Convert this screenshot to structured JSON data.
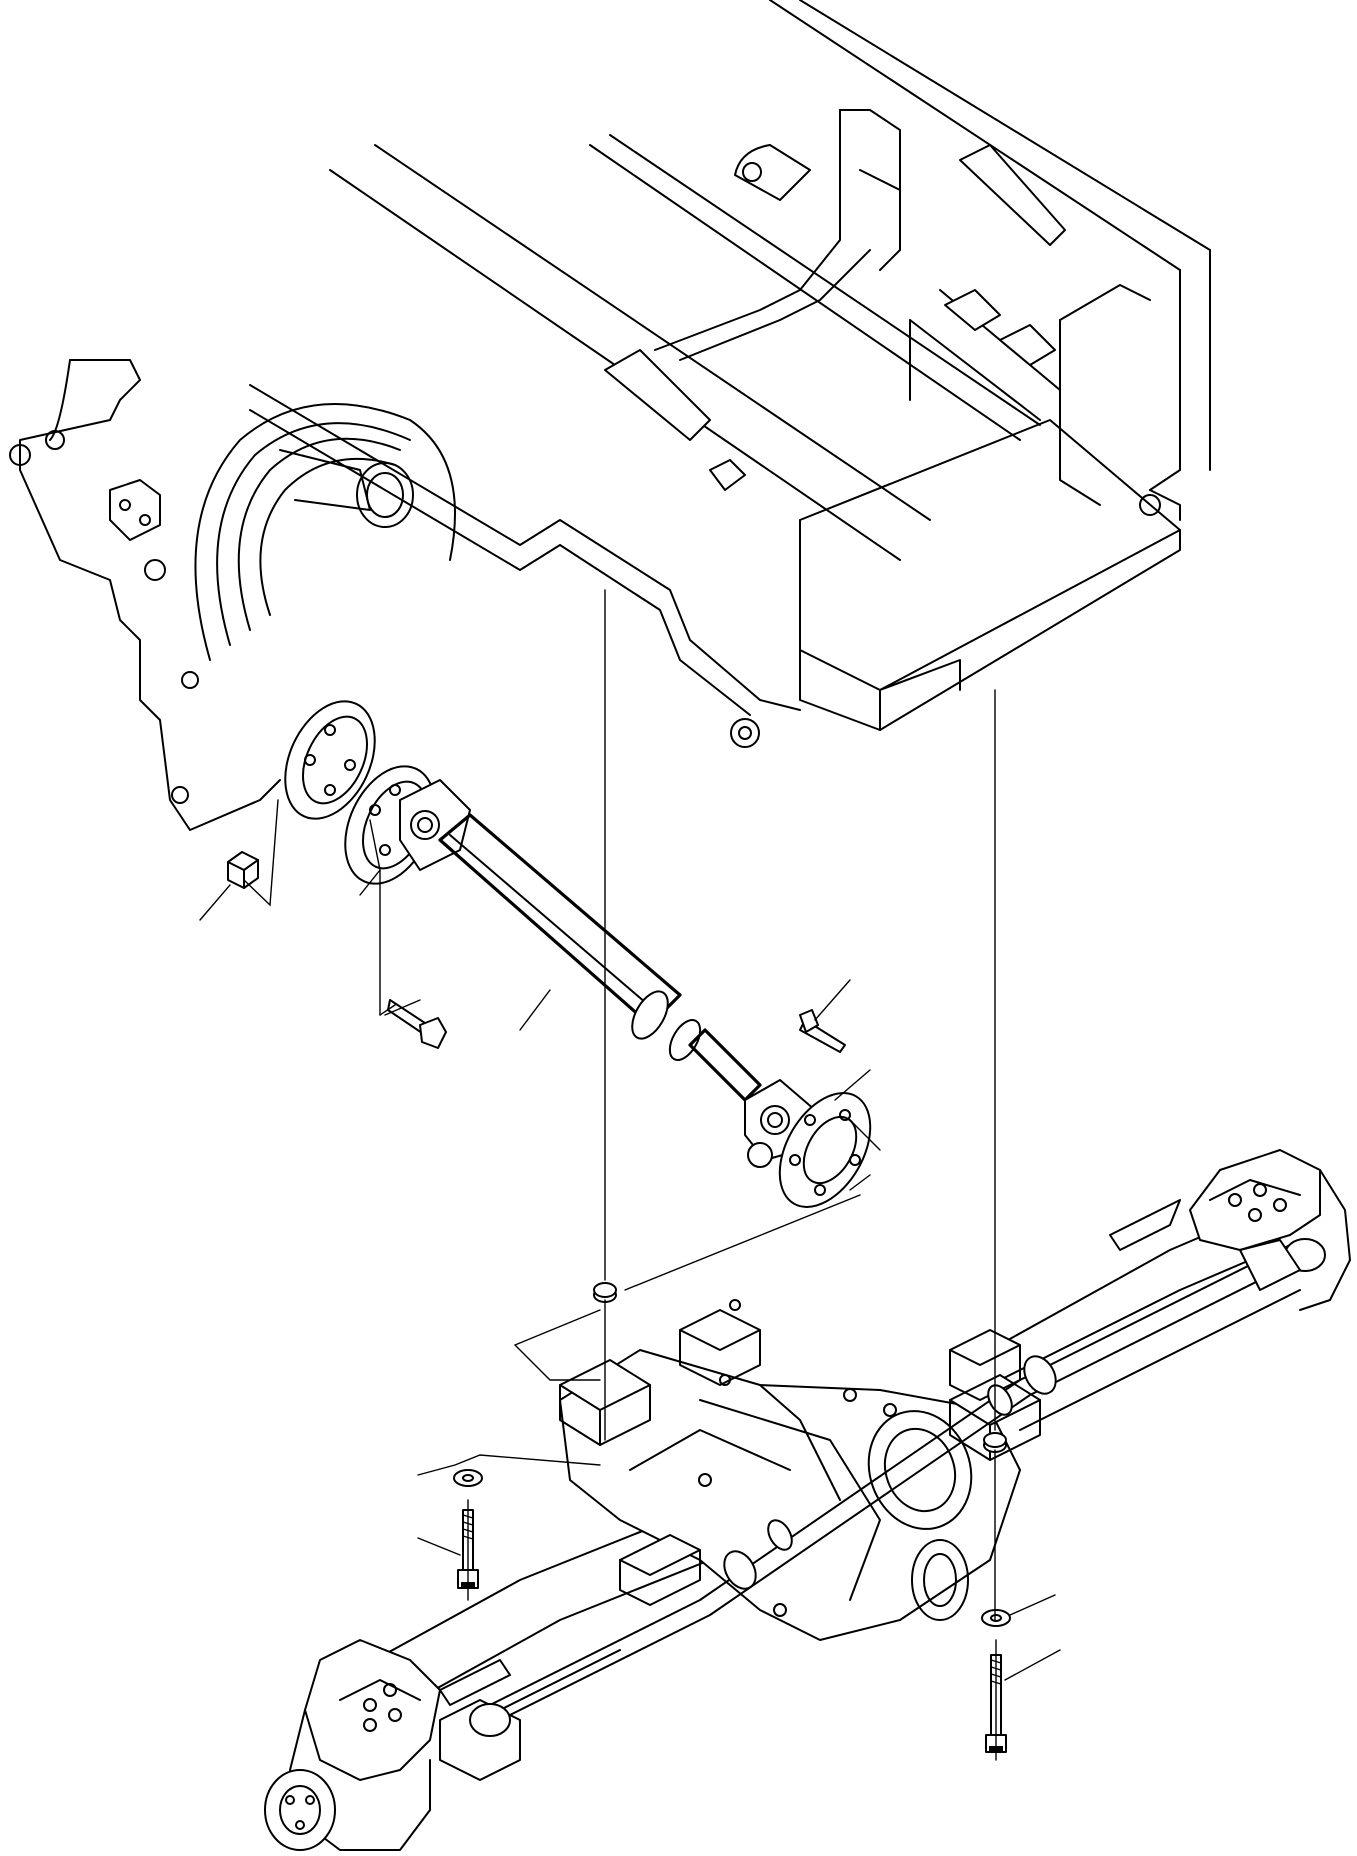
{
  "diagram": {
    "kind": "exploded-assembly-line-drawing",
    "components": [
      {
        "id": "vehicle-frame",
        "icon": "frame-icon"
      },
      {
        "id": "transmission-housing",
        "icon": "housing-icon"
      },
      {
        "id": "drive-shaft",
        "icon": "shaft-icon"
      },
      {
        "id": "front-axle",
        "icon": "axle-icon"
      },
      {
        "id": "flange-nut",
        "icon": "nut-icon"
      },
      {
        "id": "flange-bolts",
        "icon": "bolt-icon"
      },
      {
        "id": "axle-mount-washers",
        "icon": "washer-icon"
      },
      {
        "id": "axle-mount-bolts",
        "icon": "bolt-icon"
      }
    ],
    "reference_leaders": 11,
    "stroke_color": "#000000",
    "background_color": "#ffffff"
  }
}
